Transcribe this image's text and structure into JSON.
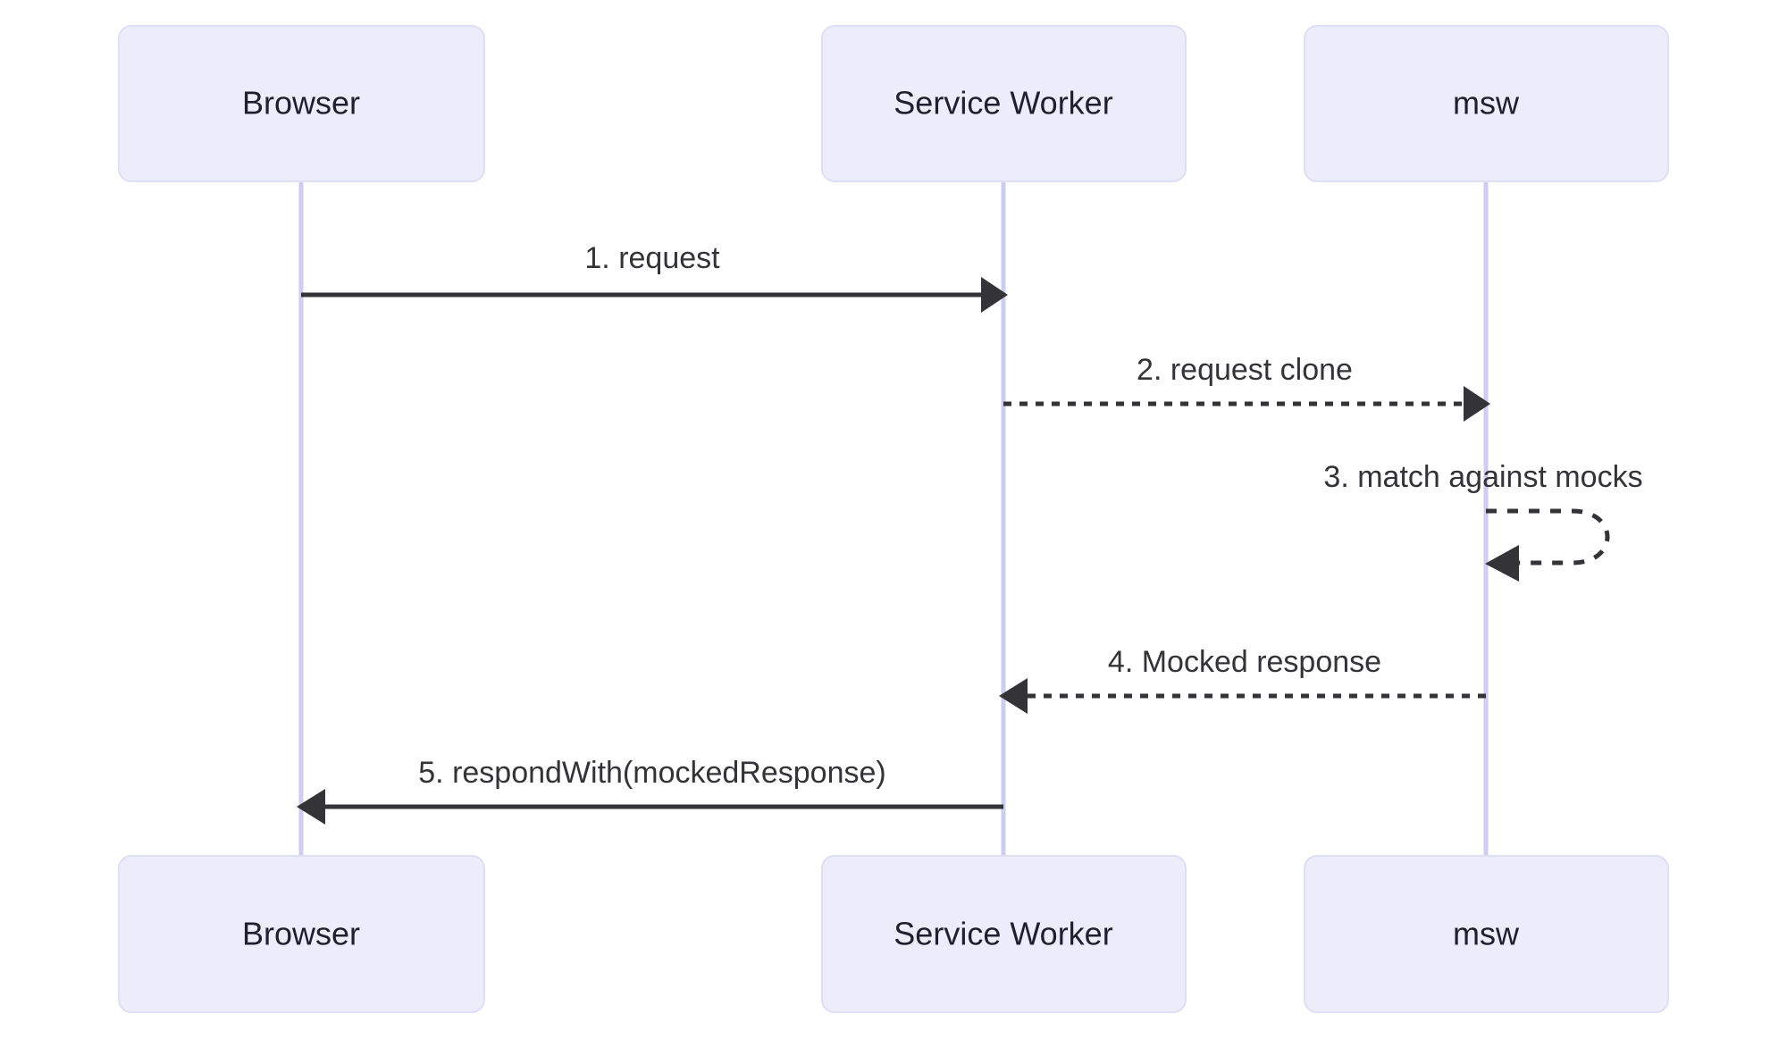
{
  "diagram": {
    "type": "sequence-diagram",
    "title": "",
    "colors": {
      "actor_fill": "#ECECFB",
      "actor_stroke": "#DEDEF5",
      "lifeline": "#CDCDF0",
      "message_line": "#333338",
      "label_text": "#333338",
      "actor_text": "#1f1f2e",
      "background": "#ffffff"
    },
    "actors": [
      {
        "id": "browser",
        "label": "Browser"
      },
      {
        "id": "service-worker",
        "label": "Service Worker"
      },
      {
        "id": "msw",
        "label": "msw"
      }
    ],
    "actors_bottom": [
      {
        "id": "browser-bottom",
        "label": "Browser"
      },
      {
        "id": "service-worker-bottom",
        "label": "Service Worker"
      },
      {
        "id": "msw-bottom",
        "label": "msw"
      }
    ],
    "messages": [
      {
        "index": "1",
        "label": "1. request",
        "from": "browser",
        "to": "service-worker",
        "style": "solid",
        "direction": "right"
      },
      {
        "index": "2",
        "label": "2. request clone",
        "from": "service-worker",
        "to": "msw",
        "style": "dotted",
        "direction": "right"
      },
      {
        "index": "3",
        "label": "3. match against mocks",
        "from": "msw",
        "to": "msw",
        "style": "dotted",
        "direction": "self-loop"
      },
      {
        "index": "4",
        "label": "4. Mocked response",
        "from": "msw",
        "to": "service-worker",
        "style": "dotted",
        "direction": "left"
      },
      {
        "index": "5",
        "label": "5. respondWith(mockedResponse)",
        "from": "service-worker",
        "to": "browser",
        "style": "solid",
        "direction": "left"
      }
    ]
  }
}
